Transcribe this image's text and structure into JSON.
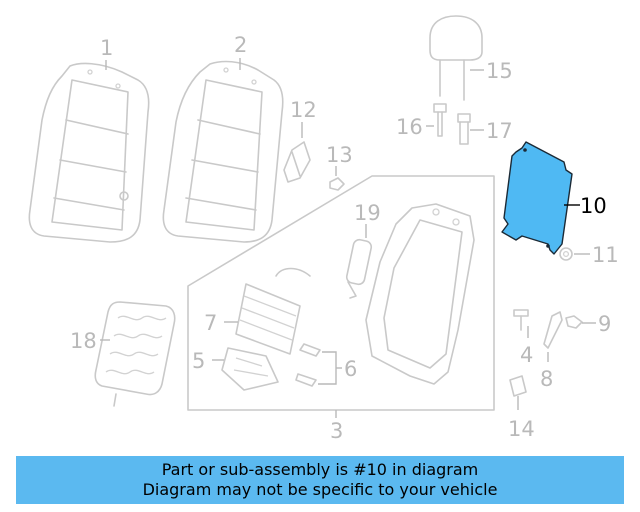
{
  "callouts": {
    "c1": "1",
    "c2": "2",
    "c3": "3",
    "c4": "4",
    "c5": "5",
    "c6": "6",
    "c7": "7",
    "c8": "8",
    "c9": "9",
    "c10": "10",
    "c11": "11",
    "c12": "12",
    "c13": "13",
    "c14": "14",
    "c15": "15",
    "c16": "16",
    "c17": "17",
    "c18": "18",
    "c19": "19"
  },
  "highlight": {
    "part": "10",
    "color": "#4fb9f3"
  },
  "banner": {
    "line1": "Part or sub-assembly is #10 in diagram",
    "line2": "Diagram may not be specific to your vehicle",
    "color": "#5bb9f0"
  }
}
